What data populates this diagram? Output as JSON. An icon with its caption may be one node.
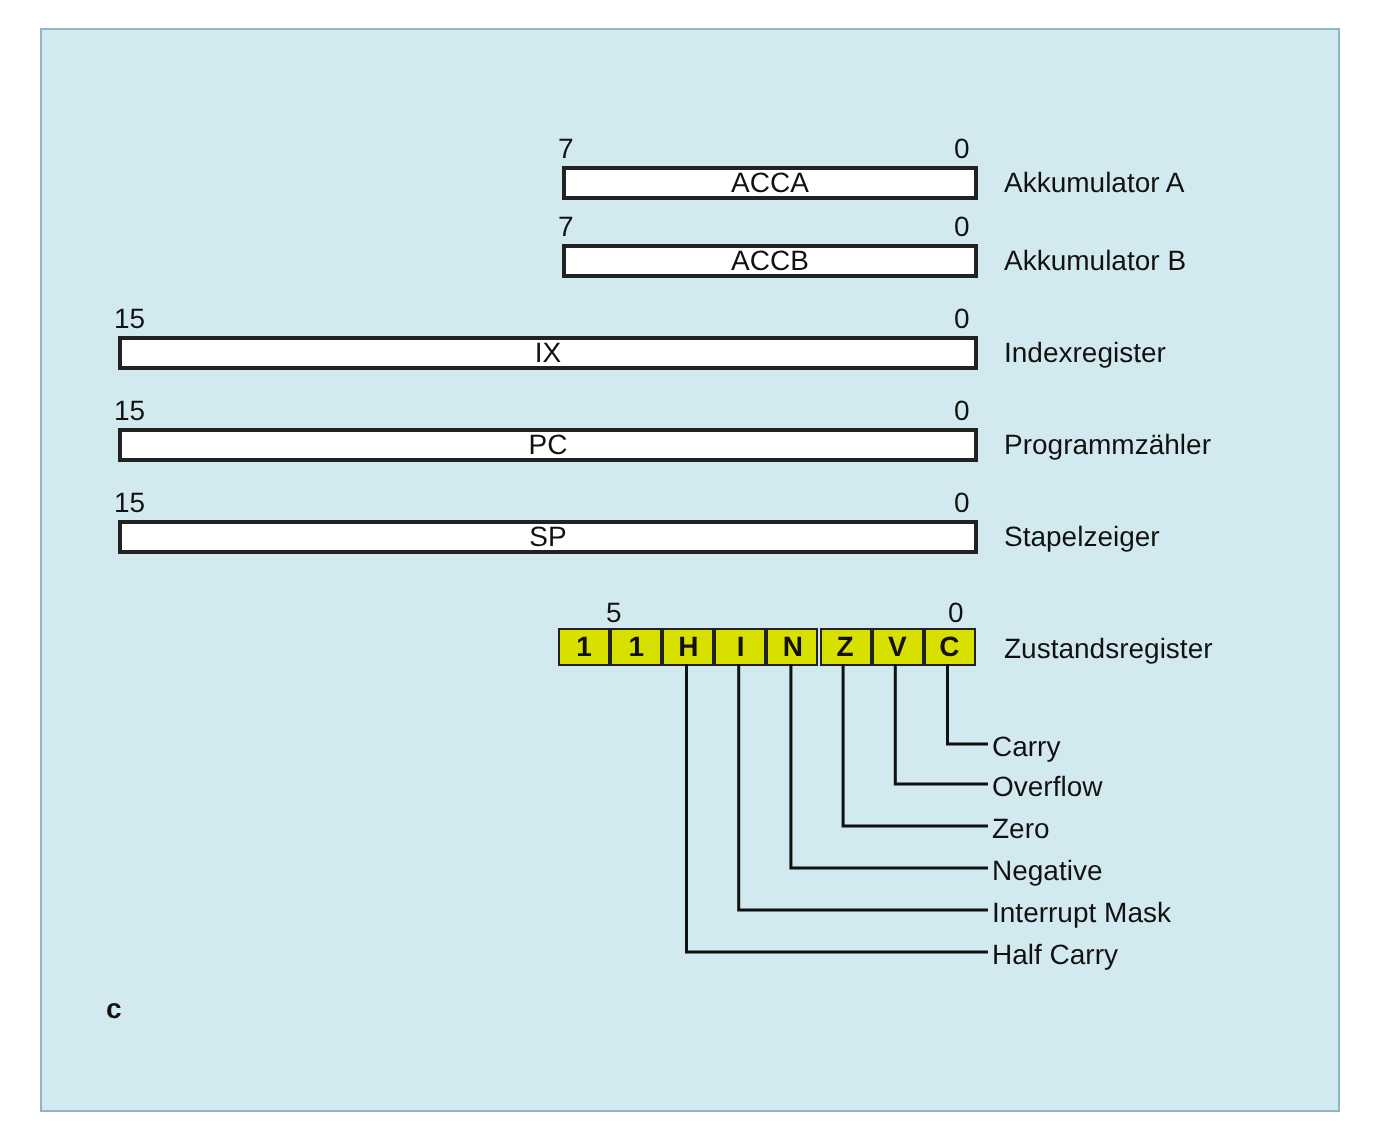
{
  "diagram": {
    "nodes": [
      {
        "text": [
          "ACCA"
        ],
        "beside": [
          "7",
          "0",
          "Akkumulator A"
        ]
      },
      {
        "text": [
          "ACCB"
        ],
        "beside": [
          "7",
          "0",
          "Akkumulator B"
        ]
      },
      {
        "text": [
          "IX"
        ],
        "beside": [
          "15",
          "0",
          "Indexregister"
        ]
      },
      {
        "text": [
          "PC"
        ],
        "beside": [
          "15",
          "0",
          "Programmzähler"
        ]
      },
      {
        "text": [
          "SP"
        ],
        "beside": [
          "15",
          "0",
          "Stapelzeiger"
        ]
      },
      {
        "text": [
          "1"
        ]
      },
      {
        "text": [
          "1"
        ]
      },
      {
        "text": [
          "H"
        ]
      },
      {
        "text": [
          "I"
        ]
      },
      {
        "text": [
          "N"
        ]
      },
      {
        "text": [
          "Z"
        ]
      },
      {
        "text": [
          "V"
        ]
      },
      {
        "text": [
          "C"
        ]
      },
      {
        "text": [
          "Carry"
        ]
      },
      {
        "text": [
          "Overflow"
        ]
      },
      {
        "text": [
          "Zero"
        ]
      },
      {
        "text": [
          "Negative"
        ]
      },
      {
        "text": [
          "Interrupt Mask"
        ]
      },
      {
        "text": [
          "Half Carry"
        ]
      }
    ],
    "edges": [
      {
        "from": 13,
        "to": 12,
        "arrow": "none"
      },
      {
        "from": 14,
        "to": 11,
        "arrow": "none"
      },
      {
        "from": 15,
        "to": 10,
        "arrow": "none"
      },
      {
        "from": 16,
        "to": 9,
        "arrow": "none"
      },
      {
        "from": 17,
        "to": 8,
        "arrow": "none"
      },
      {
        "from": 18,
        "to": 7,
        "arrow": "none"
      }
    ],
    "labels": [
      "5",
      "0",
      "Zustandsregister",
      "c"
    ]
  }
}
